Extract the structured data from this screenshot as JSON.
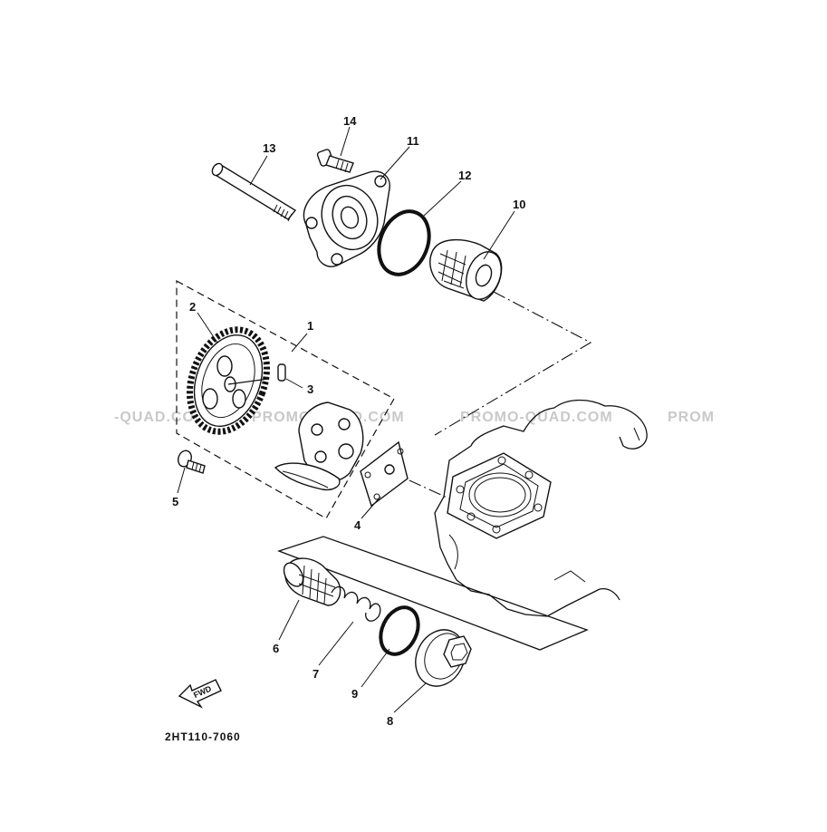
{
  "diagram": {
    "callouts": [
      "1",
      "2",
      "3",
      "4",
      "5",
      "6",
      "7",
      "8",
      "9",
      "10",
      "11",
      "12",
      "13",
      "14"
    ],
    "watermark": {
      "left": "-QUAD.COM",
      "center_left": "PROMO-QUAD.COM",
      "center_right": "PROMO-QUAD.COM",
      "right": "PROM"
    },
    "arrow_label": "FWD",
    "drawing_code": "2HT110-7060"
  }
}
